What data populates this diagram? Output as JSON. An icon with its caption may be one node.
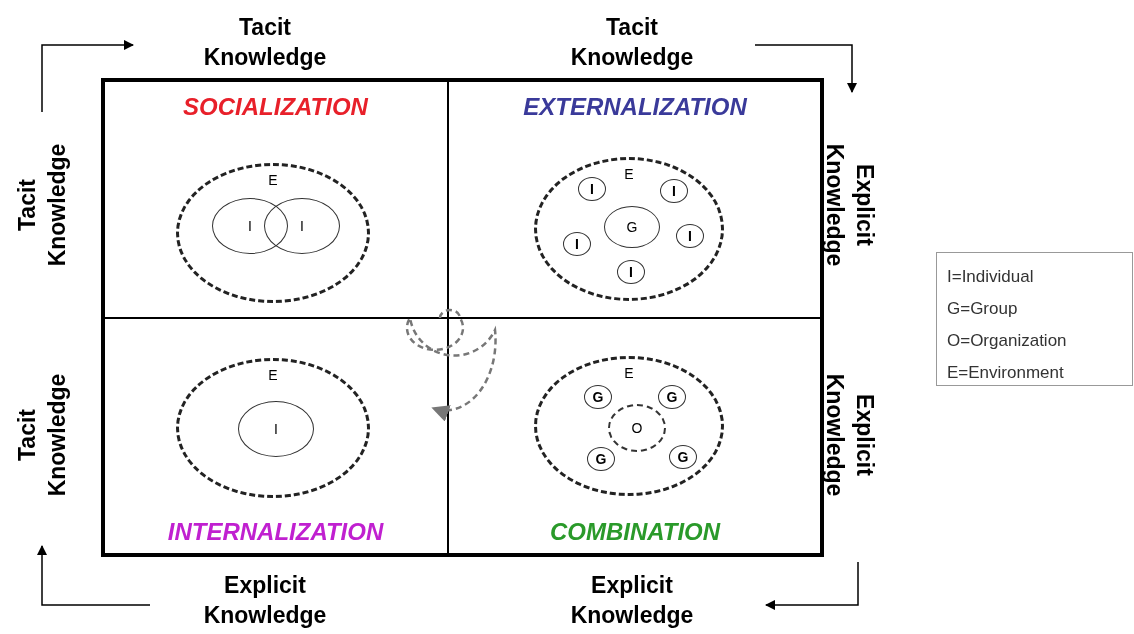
{
  "diagram": {
    "nodes": [
      {
        "text": [
          "SOCIALIZATION"
        ]
      },
      {
        "text": [
          "E"
        ],
        "in": 0
      },
      {
        "text": [
          "I"
        ],
        "in": 1
      },
      {
        "text": [
          "I"
        ],
        "in": 1
      },
      {
        "text": [
          "EXTERNALIZATION"
        ]
      },
      {
        "text": [
          "E"
        ],
        "in": 4
      },
      {
        "text": [
          "I"
        ],
        "in": 5
      },
      {
        "text": [
          "I"
        ],
        "in": 5
      },
      {
        "text": [
          "G"
        ],
        "in": 5
      },
      {
        "text": [
          "I"
        ],
        "in": 5
      },
      {
        "text": [
          "I"
        ],
        "in": 5
      },
      {
        "text": [
          "I"
        ],
        "in": 5
      },
      {
        "text": [
          "INTERNALIZATION"
        ]
      },
      {
        "text": [
          "E"
        ],
        "in": 12
      },
      {
        "text": [
          "I"
        ],
        "in": 13
      },
      {
        "text": [
          "COMBINATION"
        ]
      },
      {
        "text": [
          "E"
        ],
        "in": 15
      },
      {
        "text": [
          "G"
        ],
        "in": 16
      },
      {
        "text": [
          "G"
        ],
        "in": 16
      },
      {
        "text": [
          "O"
        ],
        "in": 16
      },
      {
        "text": [
          "G"
        ],
        "in": 16
      },
      {
        "text": [
          "G"
        ],
        "in": 16
      }
    ],
    "labels": [
      "Tacit Knowledge",
      "Tacit Knowledge",
      "Tacit Knowledge",
      "Explicit Knowledge",
      "Tacit Knowledge",
      "Explicit Knowledge",
      "Explicit Knowledge",
      "Explicit Knowledge"
    ],
    "legend": [
      {
        "text": "I=Individual"
      },
      {
        "text": "G=Group"
      },
      {
        "text": "O=Organization"
      },
      {
        "text": "E=Environment"
      }
    ]
  }
}
